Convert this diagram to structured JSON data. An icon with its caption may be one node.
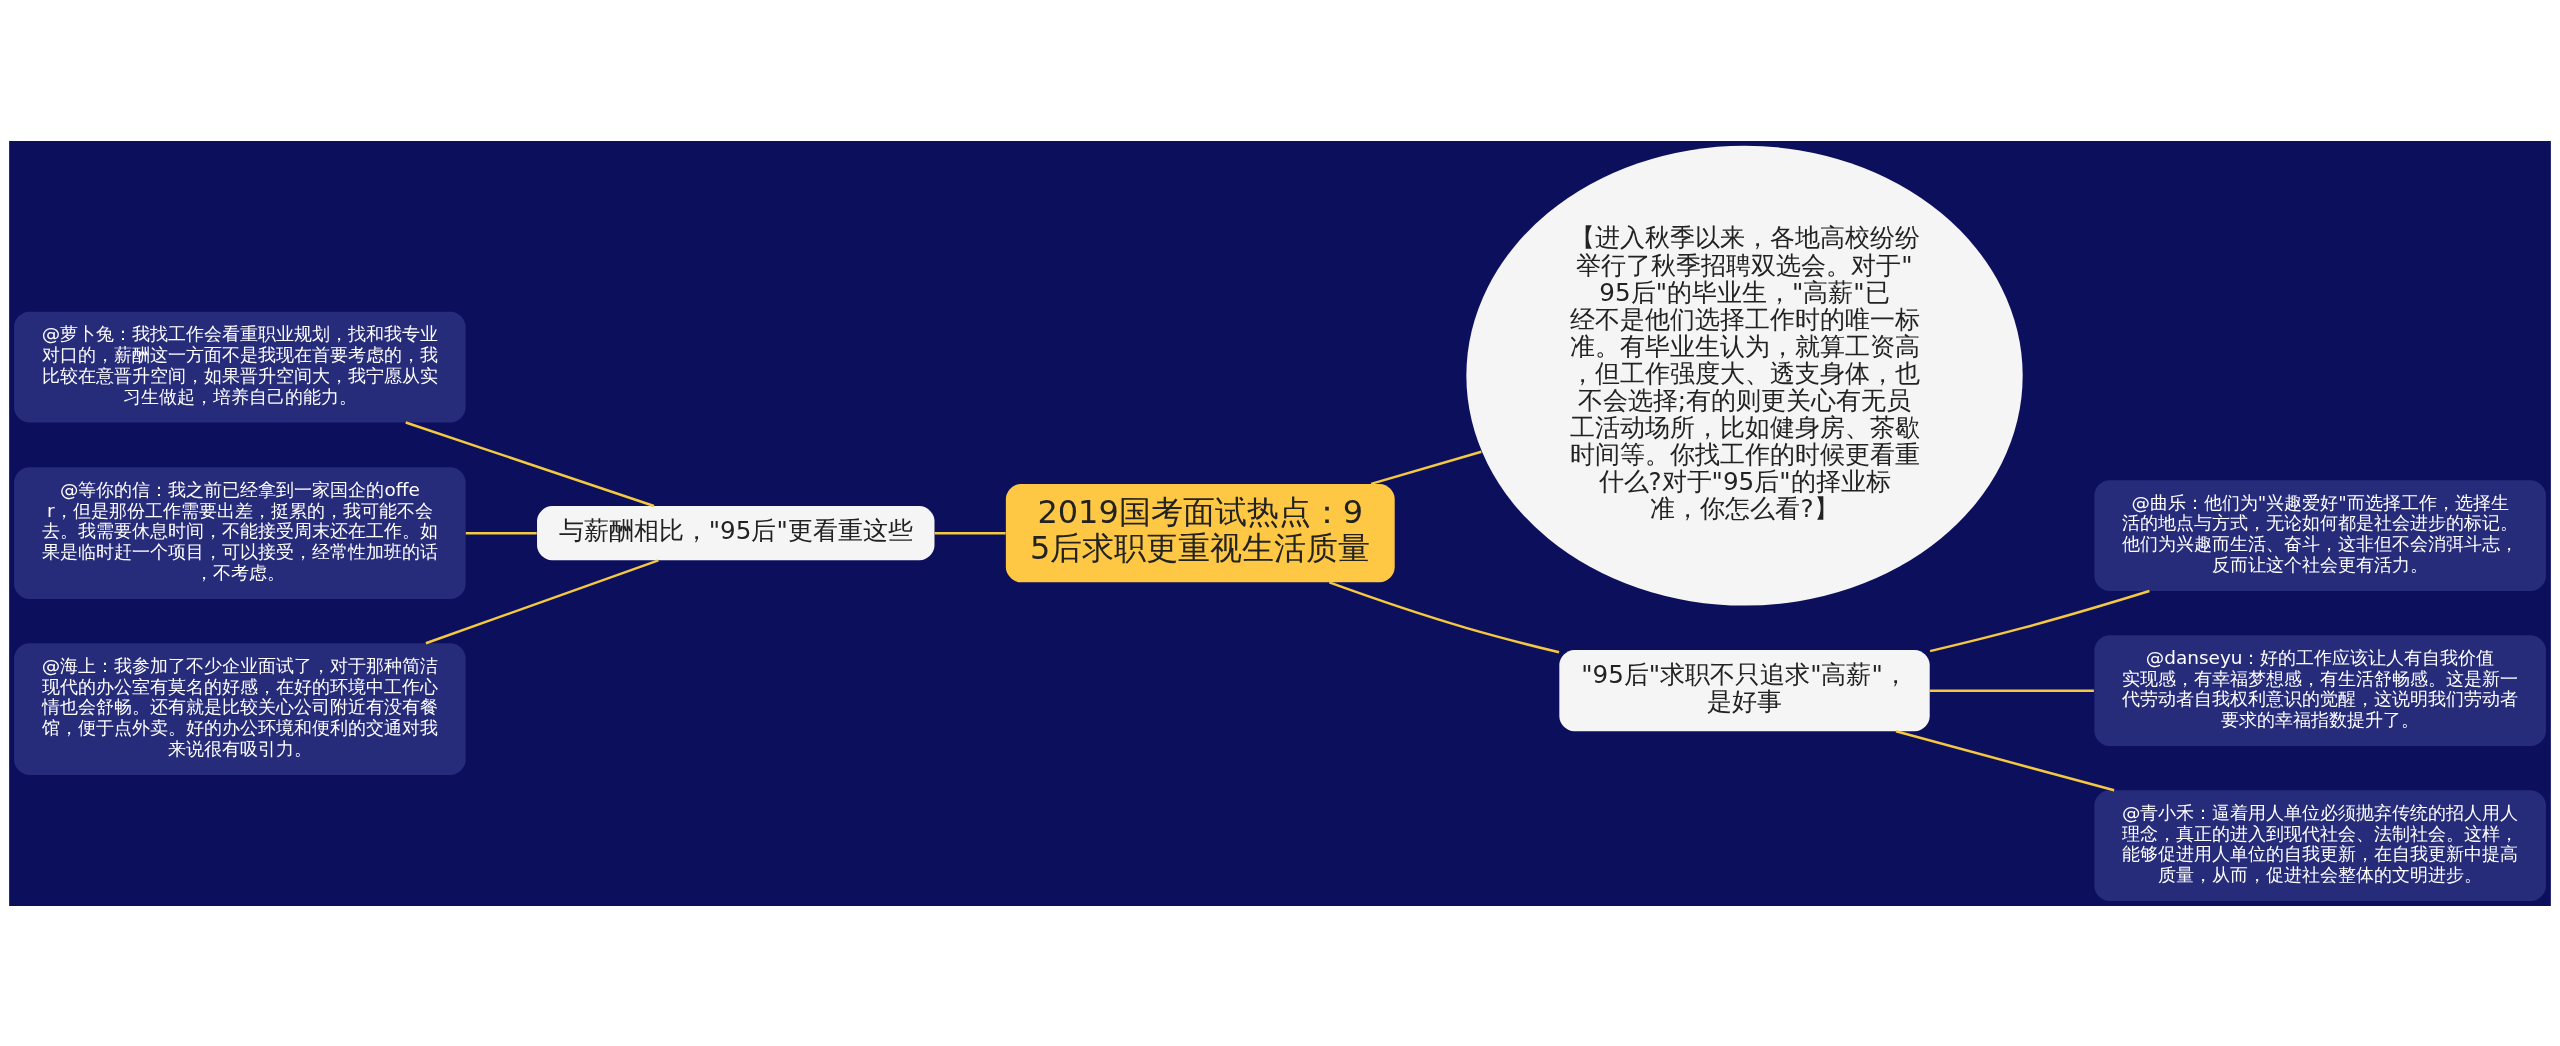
{
  "diagram": {
    "nodes": [
      {
        "text": [
          "2019国考面试热点：95后求职更重视生活质量"
        ]
      },
      {
        "text": [
          "【进入秋季以来，各地高校纷纷举行了秋季招聘双选会。对于\"95后\"的毕业生，\"高薪\"已经不是他们选择工作时的唯一标准。有毕业生认为，就算工资高，但工作强度大、透支身体，也不会选择;有的则更关心有无员工活动场所，比如健身房、茶歇时间等。你找工作的时候更看重什么?对于\"95后\"的择业标准，你怎么看?】"
        ]
      },
      {
        "text": [
          "与薪酬相比，\"95后\"更看重这些"
        ]
      },
      {
        "text": [
          "@萝卜兔：我找工作会看重职业规划，找和我专业对口的，薪酬这一方面不是我现在首要考虑的，我比较在意晋升空间，如果晋升空间大，我宁愿从实习生做起，培养自己的能力。"
        ]
      },
      {
        "text": [
          "@等你的信：我之前已经拿到一家国企的offer，但是那份工作需要出差，挺累的，我可能不会去。我需要休息时间，不能接受周末还在工作。如果是临时赶一个项目，可以接受，经常性加班的话，不考虑。"
        ]
      },
      {
        "text": [
          "@海上：我参加了不少企业面试了，对于那种简洁现代的办公室有莫名的好感，在好的环境中工作心情也会舒畅。还有就是比较关心公司附近有没有餐馆，便于点外卖。好的办公环境和便利的交通对我来说很有吸引力。"
        ]
      },
      {
        "text": [
          "\"95后\"求职不只追求\"高薪\"，是好事"
        ]
      },
      {
        "text": [
          "@曲乐：他们为\"兴趣爱好\"而选择工作，选择生活的地点与方式，无论如何都是社会进步的标记。他们为兴趣而生活、奋斗，这非但不会消弭斗志，反而让这个社会更有活力。"
        ]
      },
      {
        "text": [
          "@danseyu：好的工作应该让人有自我价值实现感，有幸福梦想感，有生活舒畅感。这是新一代劳动者自我权利意识的觉醒，这说明我们劳动者要求的幸福指数提升了。"
        ]
      },
      {
        "text": [
          "@青小禾：逼着用人单位必须抛弃传统的招人用人理念，真正的进入到现代社会、法制社会。这样，能够促进用人单位的自我更新，在自我更新中提高质量，从而，促进社会整体的文明进步。"
        ]
      }
    ],
    "edges": [
      {
        "from": 0,
        "to": 1,
        "arrow": "none"
      },
      {
        "from": 2,
        "to": 0,
        "arrow": "none"
      },
      {
        "from": 3,
        "to": 2,
        "arrow": "none"
      },
      {
        "from": 4,
        "to": 2,
        "arrow": "none"
      },
      {
        "from": 5,
        "to": 2,
        "arrow": "none"
      },
      {
        "from": 0,
        "to": 6,
        "arrow": "none"
      },
      {
        "from": 6,
        "to": 7,
        "arrow": "none"
      },
      {
        "from": 6,
        "to": 8,
        "arrow": "none"
      },
      {
        "from": 6,
        "to": 9,
        "arrow": "none"
      }
    ]
  }
}
